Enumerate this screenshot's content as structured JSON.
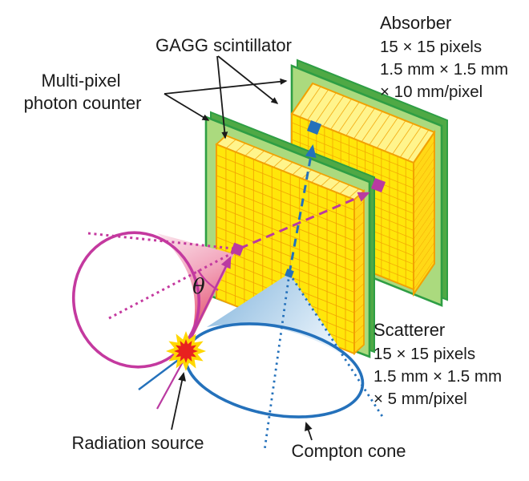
{
  "diagram": {
    "labels": {
      "gagg_scintillator": "GAGG scintillator",
      "multi_pixel_photon_counter": [
        "Multi-pixel",
        "photon counter"
      ],
      "radiation_source": "Radiation source",
      "compton_cone": "Compton cone",
      "scattering_angle": "θ"
    },
    "absorber": {
      "name": "Absorber",
      "specs": [
        "15 × 15 pixels",
        "1.5 mm × 1.5 mm",
        "× 10 mm/pixel"
      ]
    },
    "scatterer": {
      "name": "Scatterer",
      "specs": [
        "15 × 15 pixels",
        "1.5 mm × 1.5 mm",
        "× 5 mm/pixel"
      ]
    },
    "colors": {
      "crystal_yellow": "#FFE60A",
      "crystal_top_yellow": "#FFF48C",
      "crystal_side_yellow": "#FFD816",
      "grid_orange": "#F2A202",
      "plate_green": "#ABDA7E",
      "plate_green_dark": "#2E9E44",
      "plate_green_back": "#4FA945",
      "magenta": "#BA3AA1",
      "blue": "#2471BB",
      "source_red": "#E8211F",
      "source_outline": "#FFD700"
    }
  }
}
